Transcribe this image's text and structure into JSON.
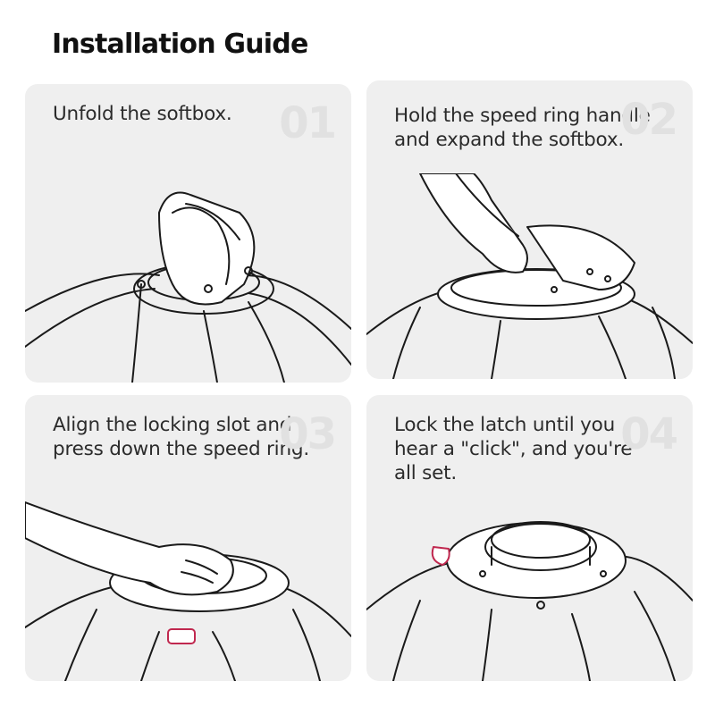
{
  "page": {
    "title": "Installation Guide"
  },
  "steps": [
    {
      "number": "01",
      "text": "Unfold the softbox."
    },
    {
      "number": "02",
      "text": "Hold the speed ring handle and expand the softbox."
    },
    {
      "number": "03",
      "text": "Align the locking slot and press down the speed ring."
    },
    {
      "number": "04",
      "text": "Lock the latch until you hear a \"click\", and you're all set."
    }
  ],
  "colors": {
    "card_bg": "#efefef",
    "number": "#e1e1e1",
    "latch_highlight": "#c0284f"
  }
}
